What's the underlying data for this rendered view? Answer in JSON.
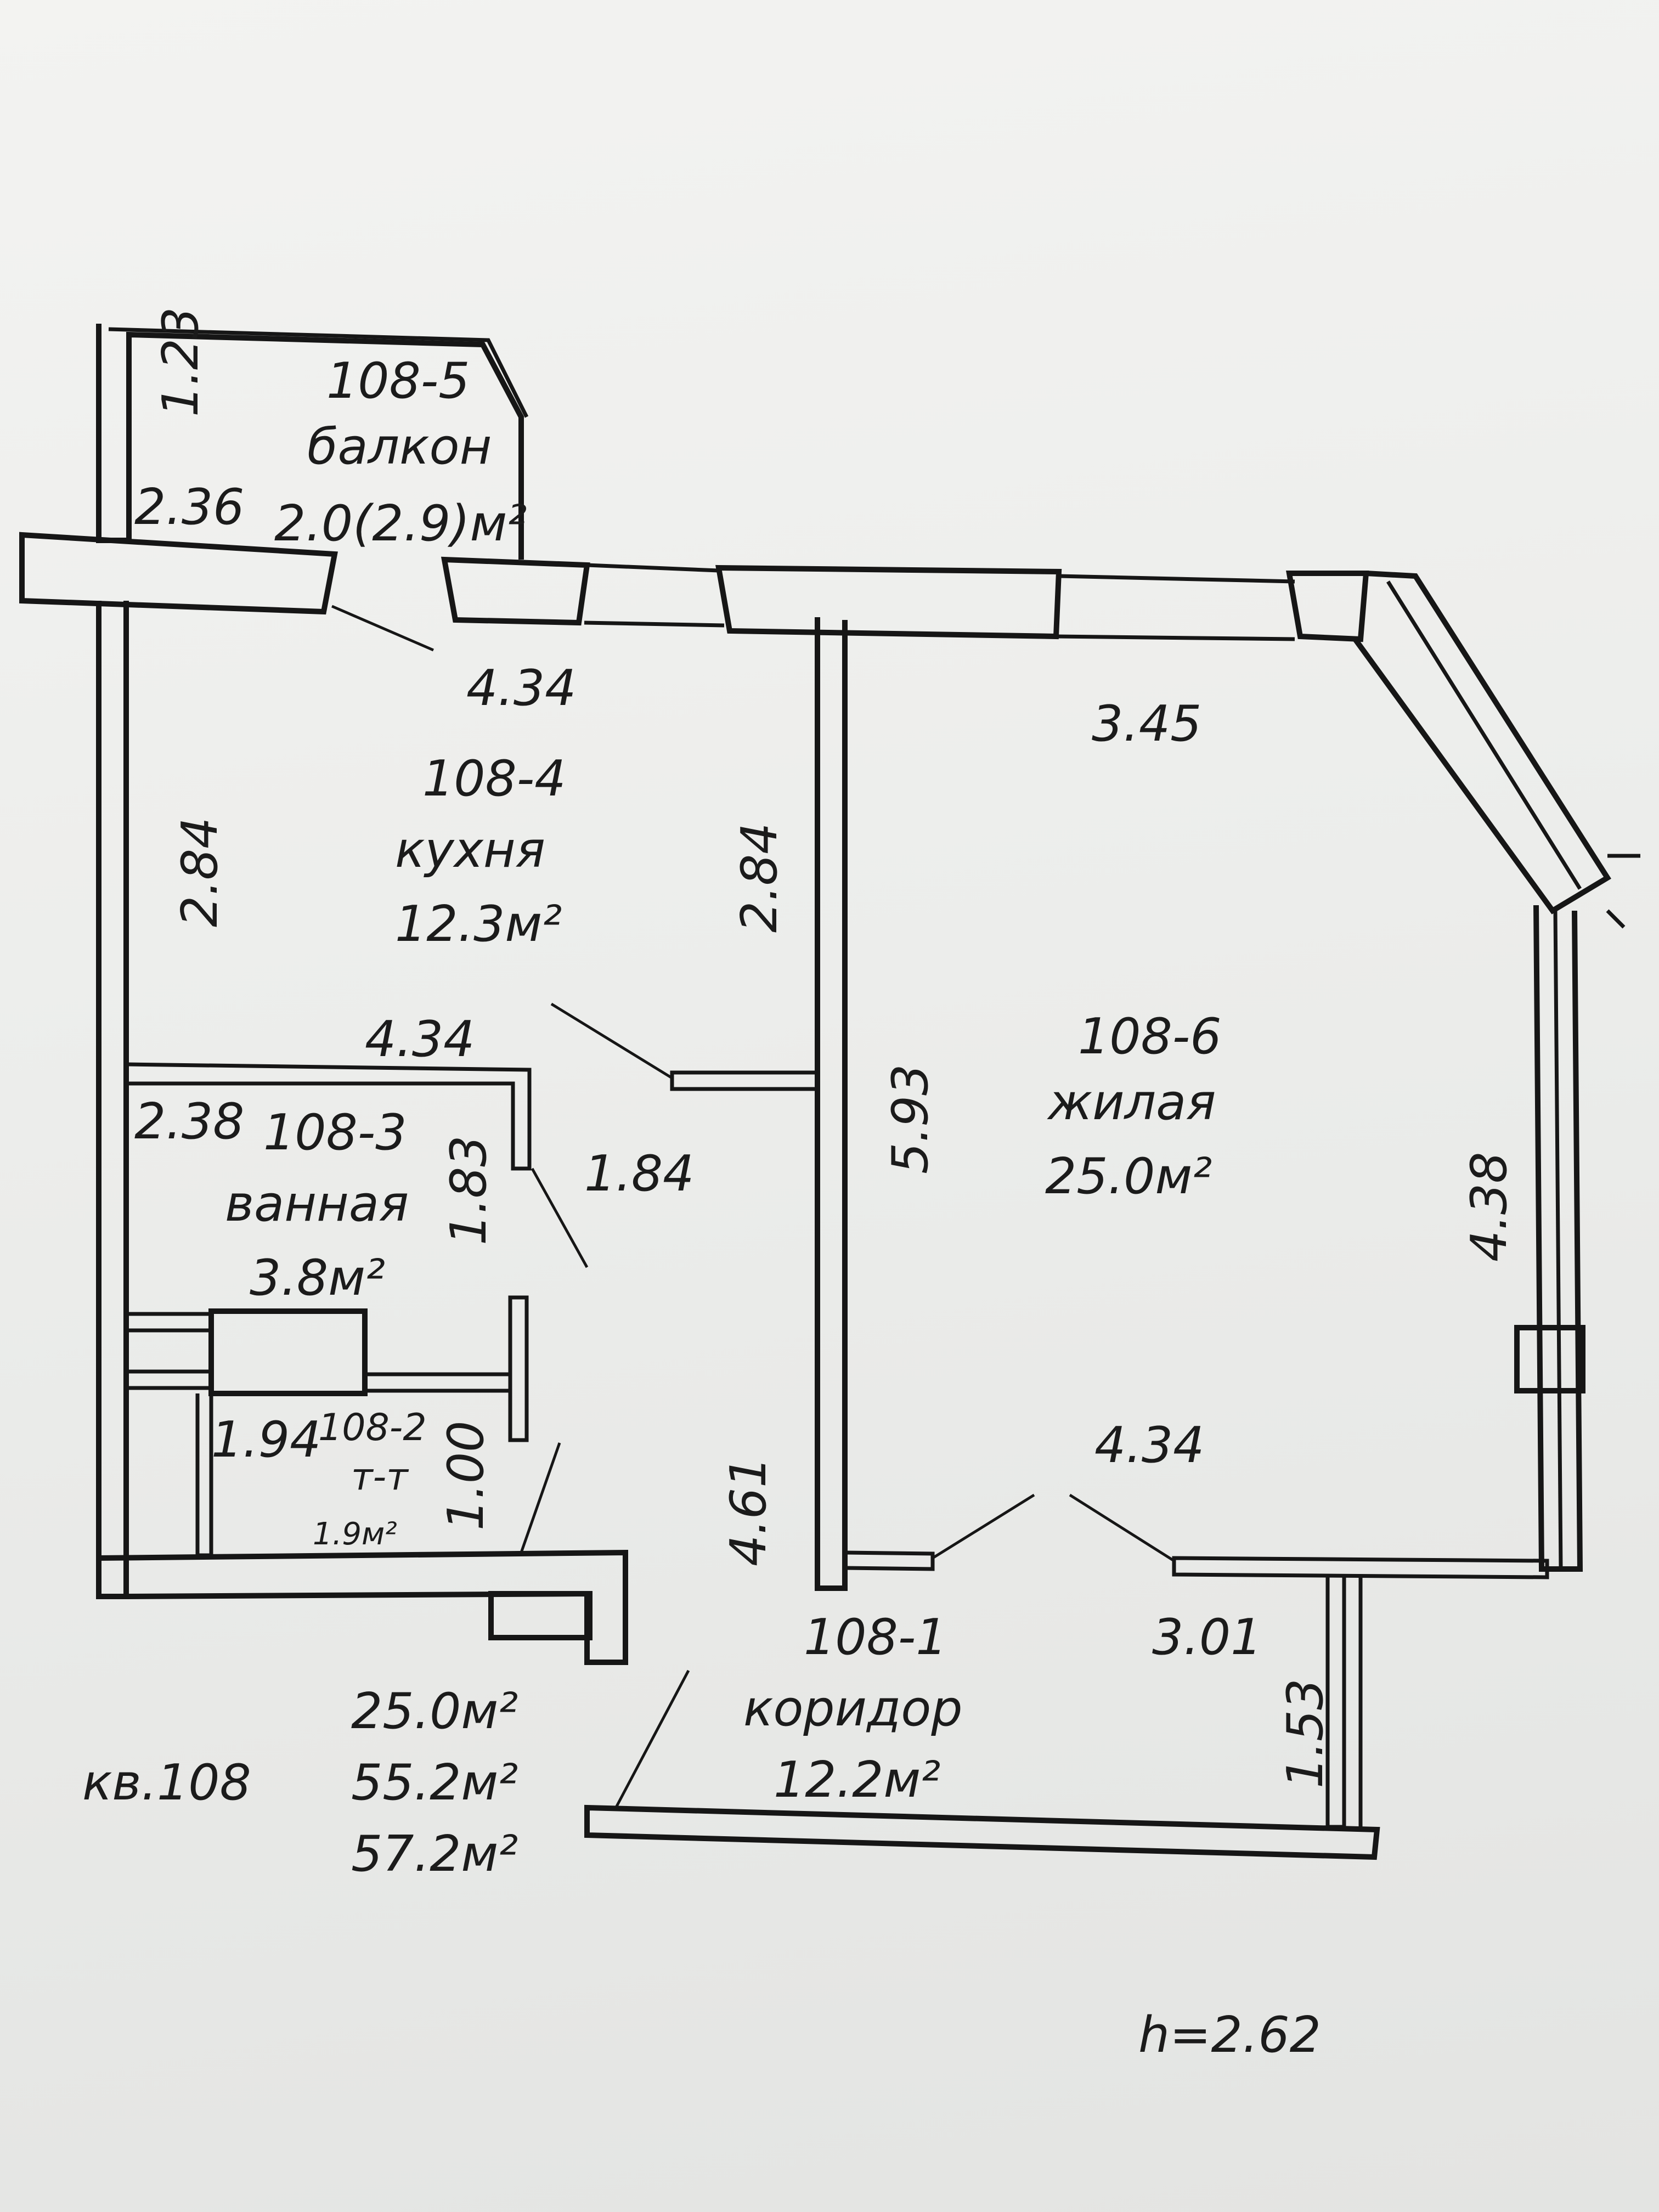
{
  "apartment": {
    "label": "кв.108"
  },
  "ceiling_height": "h=2.62",
  "area_totals": {
    "living": "25.0м²",
    "total": "55.2м²",
    "total_with_balcony": "57.2м²"
  },
  "rooms": [
    {
      "id": "108-5",
      "name": "балкон",
      "area": "2.0(2.9)м²"
    },
    {
      "id": "108-4",
      "name": "кухня",
      "area": "12.3м²"
    },
    {
      "id": "108-3",
      "name": "ванная",
      "area": "3.8м²"
    },
    {
      "id": "108-2",
      "name": "т-т",
      "area": "1.9м²"
    },
    {
      "id": "108-6",
      "name": "жилая",
      "area": "25.0м²"
    },
    {
      "id": "108-1",
      "name": "коридор",
      "area": "12.2м²"
    }
  ],
  "dimensions": {
    "balcony_height": "1.23",
    "balcony_width": "2.36",
    "kitchen_top": "4.34",
    "kitchen_left": "2.84",
    "kitchen_right": "2.84",
    "kitchen_bottom": "4.34",
    "bath_width": "2.38",
    "bath_height": "1.83",
    "hall_width": "1.84",
    "wc_width": "1.94",
    "wc_height": "1.00",
    "hall_length": "4.61",
    "living_top": "3.45",
    "living_left": "5.93",
    "living_right": "4.38",
    "living_bottom": "4.34",
    "corridor_width": "3.01",
    "corridor_height": "1.53"
  }
}
